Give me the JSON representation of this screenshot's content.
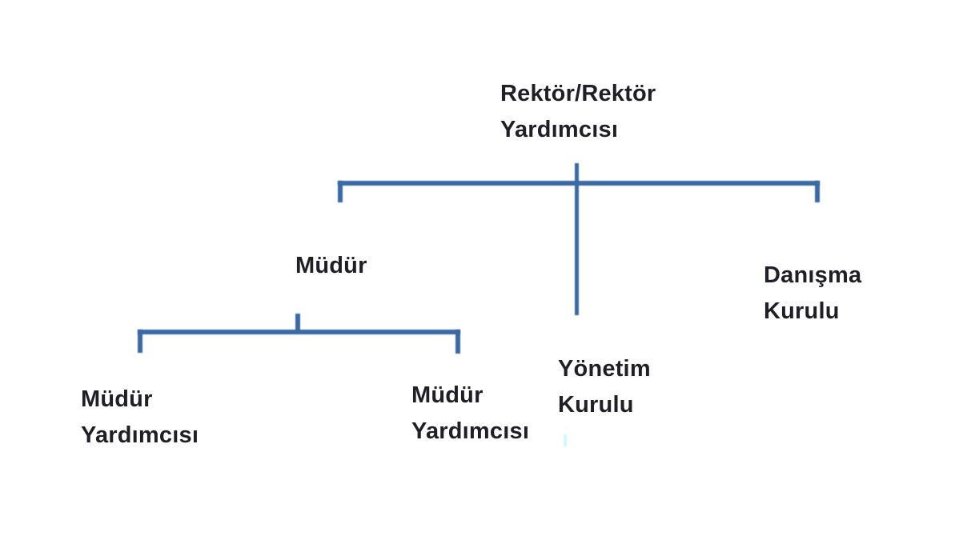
{
  "diagram": {
    "type": "org-chart",
    "language": "tr",
    "colors": {
      "background": "#ffffff",
      "line": "#3a69a3",
      "text": "#1f1f27",
      "artifact_tick": "#c9fbfb"
    },
    "nodes": {
      "rektor": {
        "label": "Rektör/Rektör Yardımcısı",
        "line1": "Rektör/Rektör",
        "line2": "Yardımcısı"
      },
      "mudur": {
        "label": "Müdür",
        "line1": "Müdür",
        "line2": ""
      },
      "danisma": {
        "label": "Danışma Kurulu",
        "line1": "Danışma",
        "line2": "Kurulu"
      },
      "yonetim": {
        "label": "Yönetim Kurulu",
        "line1": "Yönetim",
        "line2": "Kurulu"
      },
      "mudur_yardimcisi_1": {
        "label": "Müdür Yardımcısı",
        "line1": "Müdür",
        "line2": "Yardımcısı"
      },
      "mudur_yardimcisi_2": {
        "label": "Müdür Yardımcısı",
        "line1": "Müdür",
        "line2": "Yardımcısı"
      }
    },
    "edges": [
      {
        "from": "rektor",
        "to": "mudur"
      },
      {
        "from": "rektor",
        "to": "yonetim"
      },
      {
        "from": "rektor",
        "to": "danisma"
      },
      {
        "from": "mudur",
        "to": "mudur_yardimcisi_1"
      },
      {
        "from": "mudur",
        "to": "mudur_yardimcisi_2"
      }
    ]
  }
}
